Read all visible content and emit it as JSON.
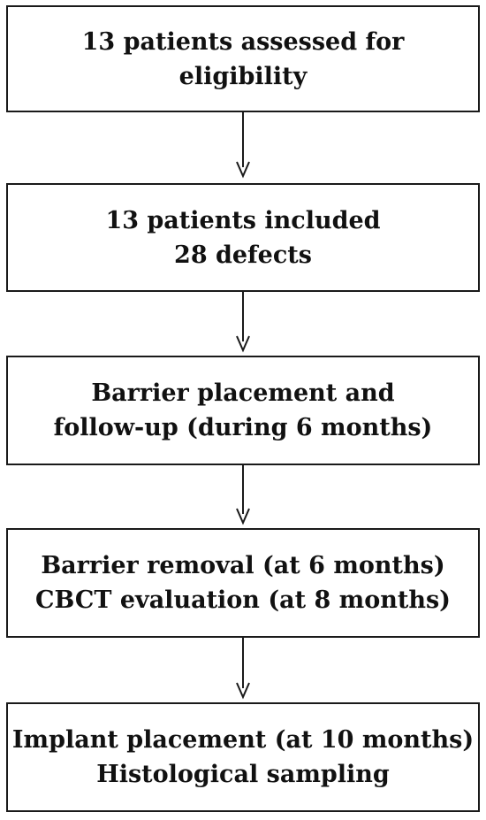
{
  "flowchart": {
    "steps": [
      {
        "lines": [
          "13 patients assessed for",
          "eligibility"
        ]
      },
      {
        "lines": [
          "13 patients included",
          "28 defects"
        ]
      },
      {
        "lines": [
          "Barrier placement and",
          "follow-up (during 6 months)"
        ]
      },
      {
        "lines": [
          "Barrier removal (at 6 months)",
          "CBCT evaluation (at 8 months)"
        ]
      },
      {
        "lines": [
          "Implant placement (at 10 months)",
          "Histological sampling"
        ]
      }
    ]
  },
  "colors": {
    "border": "#1a1a1a",
    "text": "#111111",
    "background": "#ffffff"
  }
}
